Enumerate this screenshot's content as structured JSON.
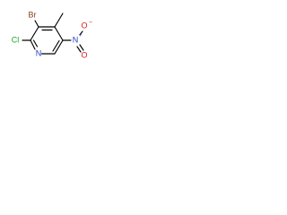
{
  "molecule": {
    "atoms": {
      "bromine": {
        "label": "Br",
        "color": "#8B3A1A"
      },
      "chlorine": {
        "label": "Cl",
        "color": "#1FA61F"
      },
      "nitrogen_ring": {
        "label": "N",
        "color": "#1F3FBF"
      },
      "nitrogen_nitro": {
        "label": "N",
        "color": "#1F3FBF"
      },
      "nitro_charge": {
        "label": "+",
        "color": "#1F3FBF"
      },
      "oxygen_single": {
        "label": "O",
        "color": "#E01B1B"
      },
      "oxygen_charge": {
        "label": "−",
        "color": "#E01B1B"
      },
      "oxygen_double": {
        "label": "O",
        "color": "#E01B1B"
      }
    },
    "bond_color": "#000000"
  }
}
